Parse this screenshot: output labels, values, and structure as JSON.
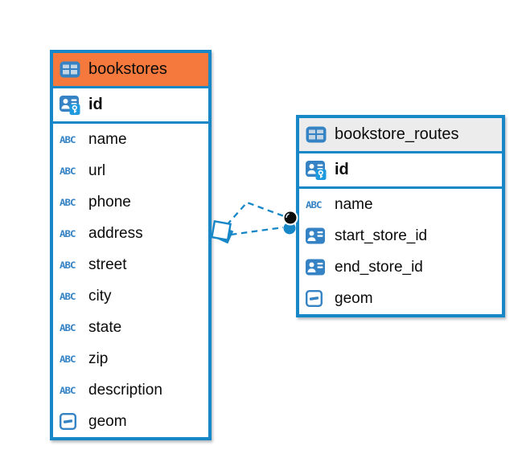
{
  "background": "#ffffff",
  "accent_blue": "#1787c8",
  "abc_label": "ABC",
  "tables": [
    {
      "name": "bookstores",
      "header_color": "#f5793c",
      "header_icon": "table-icon",
      "primary_key": {
        "name": "id",
        "icon": "person-key-icon"
      },
      "fields": [
        {
          "name": "name",
          "type": "text",
          "icon": "abc-icon"
        },
        {
          "name": "url",
          "type": "text",
          "icon": "abc-icon"
        },
        {
          "name": "phone",
          "type": "text",
          "icon": "abc-icon"
        },
        {
          "name": "address",
          "type": "text",
          "icon": "abc-icon"
        },
        {
          "name": "street",
          "type": "text",
          "icon": "abc-icon"
        },
        {
          "name": "city",
          "type": "text",
          "icon": "abc-icon"
        },
        {
          "name": "state",
          "type": "text",
          "icon": "abc-icon"
        },
        {
          "name": "zip",
          "type": "text",
          "icon": "abc-icon"
        },
        {
          "name": "description",
          "type": "text",
          "icon": "abc-icon"
        },
        {
          "name": "geom",
          "type": "geometry",
          "icon": "geometry-icon"
        }
      ]
    },
    {
      "name": "bookstore_routes",
      "header_color": "#ececec",
      "header_icon": "table-icon",
      "primary_key": {
        "name": "id",
        "icon": "person-key-icon"
      },
      "fields": [
        {
          "name": "name",
          "type": "text",
          "icon": "abc-icon"
        },
        {
          "name": "start_store_id",
          "type": "reference",
          "icon": "person-icon"
        },
        {
          "name": "end_store_id",
          "type": "reference",
          "icon": "person-icon"
        },
        {
          "name": "geom",
          "type": "geometry",
          "icon": "geometry-icon"
        }
      ]
    }
  ],
  "relationships": [
    {
      "from_table": "bookstore_routes",
      "to_table": "bookstores",
      "line_style": "dashed",
      "from_marker": "circle",
      "to_marker": "square"
    },
    {
      "from_table": "bookstore_routes",
      "to_table": "bookstores",
      "line_style": "dashed",
      "from_marker": "circle",
      "to_marker": "square"
    }
  ]
}
